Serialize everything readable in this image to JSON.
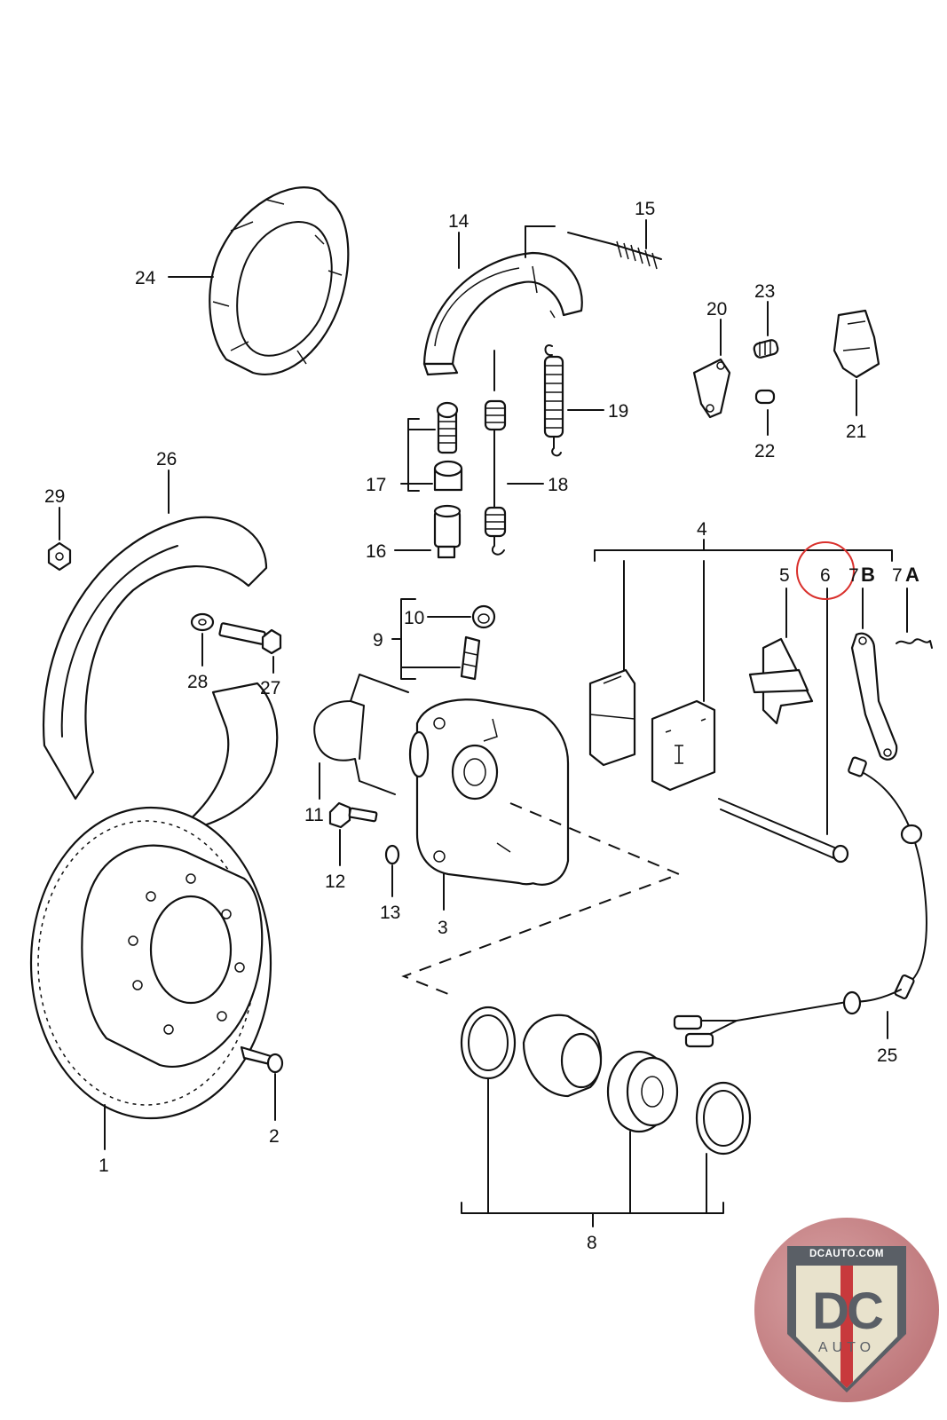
{
  "diagram": {
    "title": "Rear brake assembly exploded parts diagram",
    "callouts": {
      "c1": "1",
      "c2": "2",
      "c3": "3",
      "c4": "4",
      "c5": "5",
      "c6": "6",
      "c7b_num": "7",
      "c7b_let": "B",
      "c7a_num": "7",
      "c7a_let": "A",
      "c8": "8",
      "c9": "9",
      "c10": "10",
      "c11": "11",
      "c12": "12",
      "c13": "13",
      "c14": "14",
      "c15": "15",
      "c16": "16",
      "c17": "17",
      "c18": "18",
      "c19": "19",
      "c20": "20",
      "c21": "21",
      "c22": "22",
      "c23": "23",
      "c24": "24",
      "c25": "25",
      "c26": "26",
      "c27": "27",
      "c28": "28",
      "c29": "29"
    },
    "highlight": {
      "label": "6",
      "color": "#d9302c"
    },
    "parts": {
      "p1": "brake-disc",
      "p2": "countersunk-screw",
      "p3": "brake-caliper",
      "p4": "brake-pad-set",
      "p5": "spreader-spring",
      "p6": "retaining-pin",
      "p7a": "wire-clip",
      "p7b": "wear-indicator-bracket",
      "p8": "caliper-repair-kit",
      "p9": "bleeder-valve-set",
      "p10": "dust-cap",
      "p11": "retaining-spring",
      "p12": "hex-bolt",
      "p13": "washer",
      "p14": "parking-brake-shoe",
      "p15": "spring",
      "p16": "adjuster-sleeve",
      "p17": "adjuster-set",
      "p18": "return-spring",
      "p19": "tension-spring",
      "p20": "lever",
      "p21": "expanding-lock",
      "p22": "pin",
      "p23": "spring",
      "p24": "dust-shield",
      "p25": "wear-sensor-wire",
      "p26": "backing-plate",
      "p27": "bolt",
      "p28": "washer",
      "p29": "nut"
    }
  },
  "logo": {
    "url_text": "DCAUTO.COM",
    "brand": "DC",
    "sub": "AUTO",
    "colors": {
      "red": "#c8393c",
      "grey": "#5a5f66",
      "cream": "#e8e2cc"
    }
  }
}
